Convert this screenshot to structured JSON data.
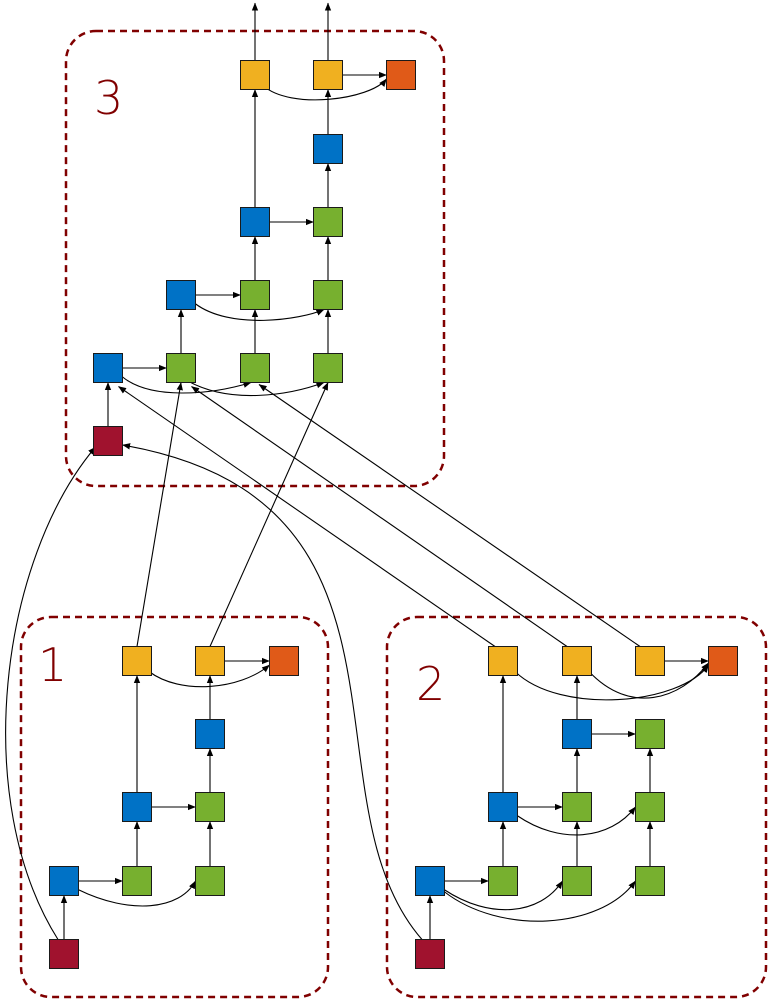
{
  "groups": [
    {
      "id": "group-3",
      "label": "3"
    },
    {
      "id": "group-1",
      "label": "1"
    },
    {
      "id": "group-2",
      "label": "2"
    }
  ],
  "colors": {
    "blue": "#0072c6",
    "green": "#77b02f",
    "yellow": "#f0b020",
    "orange": "#e05a18",
    "red": "#a0122e",
    "box": "#800000"
  },
  "node_kinds": {
    "yellow": "yellow-square-node",
    "orange": "orange-square-node",
    "blue": "blue-square-node",
    "green": "green-square-node",
    "red": "red-square-node"
  }
}
